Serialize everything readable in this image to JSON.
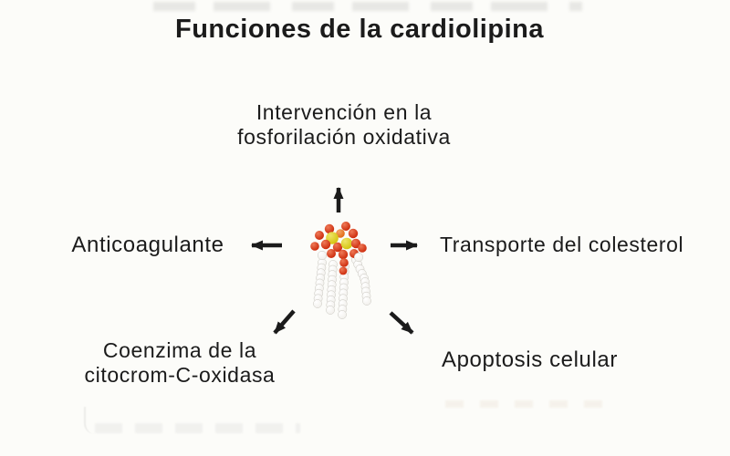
{
  "title": "Funciones de la cardiolipina",
  "functions": [
    {
      "id": "oxidative-phosphorylation",
      "label": "Intervención en la\nfosforilación oxidativa",
      "direction": "up"
    },
    {
      "id": "anticoagulant",
      "label": "Anticoagulante",
      "direction": "left"
    },
    {
      "id": "cholesterol-transport",
      "label": "Transporte del colesterol",
      "direction": "right"
    },
    {
      "id": "cytochrome-c-oxidase-coenzyme",
      "label": "Coenzima de la\ncitocrom-C-oxidasa",
      "direction": "down-left"
    },
    {
      "id": "cellular-apoptosis",
      "label": "Apoptosis celular",
      "direction": "down-right"
    }
  ],
  "colors": {
    "background": "#fcfcf9",
    "text": "#1b1b1b",
    "arrow": "#1b1b1b",
    "molecule_red": "#cb2708",
    "molecule_orange": "#e0660e",
    "molecule_yellow": "#d2c30b",
    "molecule_white": "#f1efeb"
  }
}
